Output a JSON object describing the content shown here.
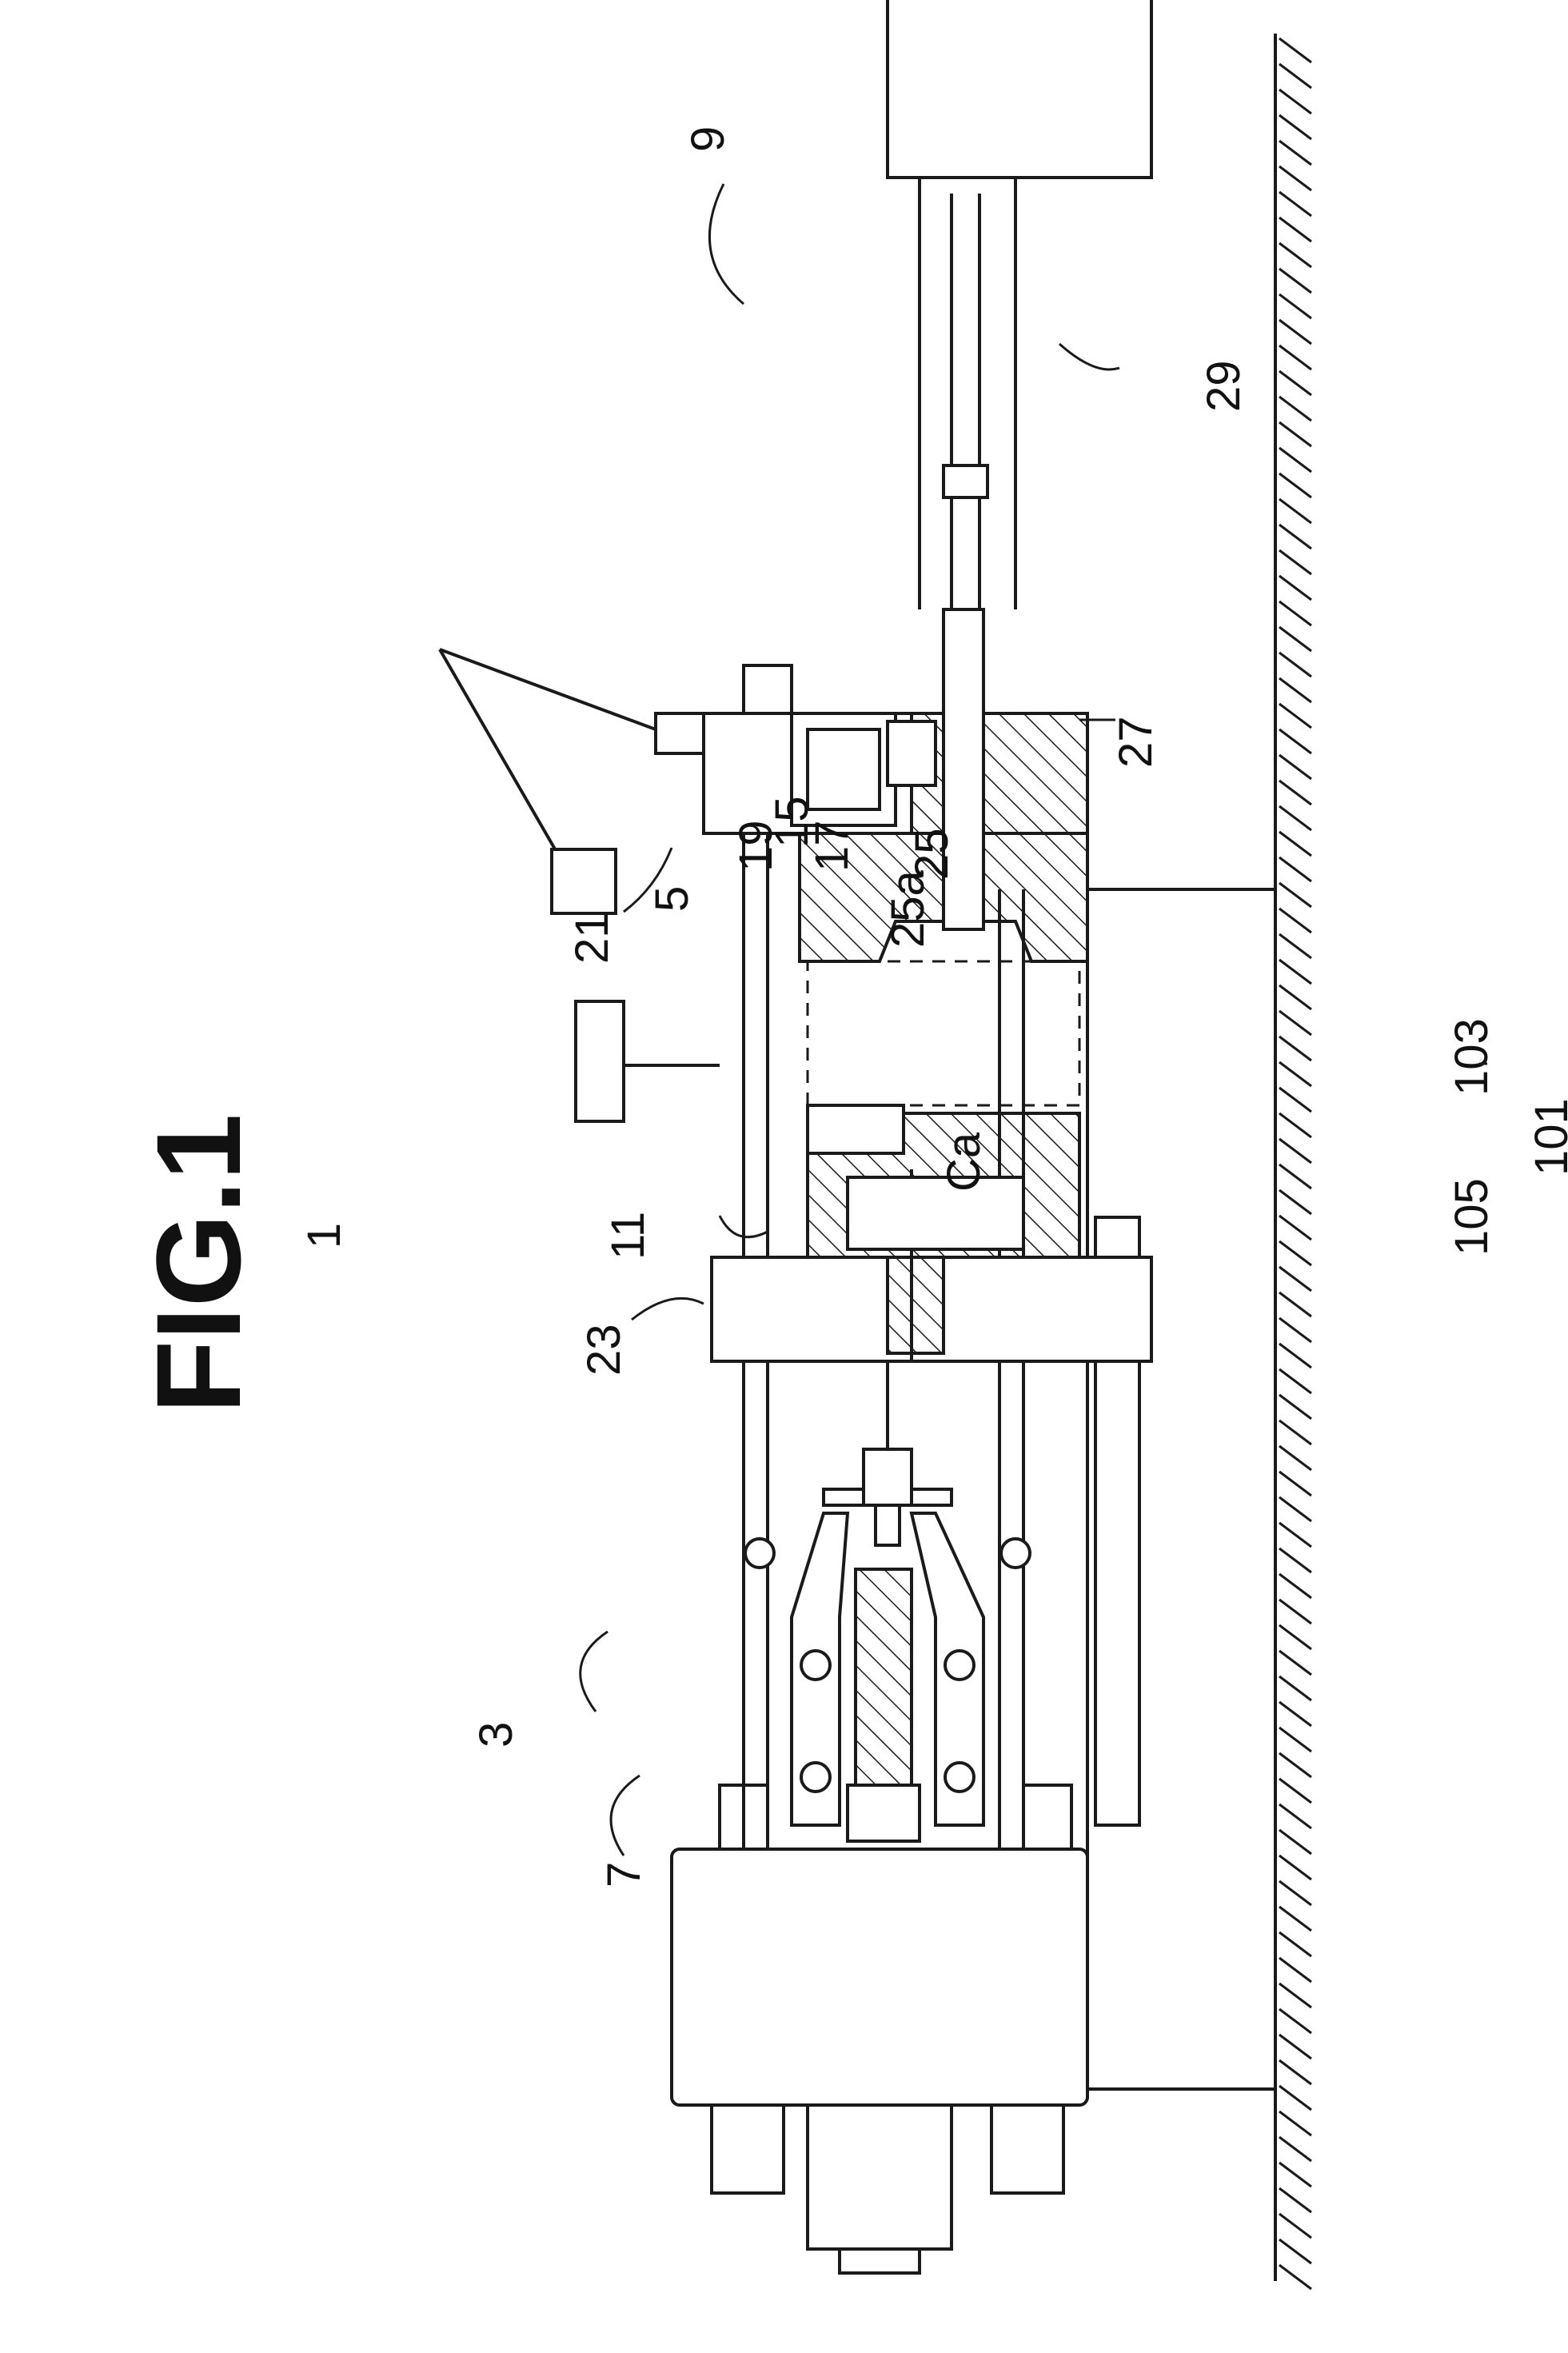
{
  "figure": {
    "title": "FIG.1",
    "machine_label": "1"
  },
  "labels": {
    "l3": "3",
    "l5": "5",
    "l7": "7",
    "l9": "9",
    "l11": "11",
    "l15": "15",
    "l17": "17",
    "l19": "19",
    "l21": "21",
    "l23": "23",
    "l25": "25",
    "l25a": "25a",
    "l27": "27",
    "l29": "29",
    "l101": "101",
    "l103": "103",
    "l105": "105",
    "lCa": "Ca"
  }
}
